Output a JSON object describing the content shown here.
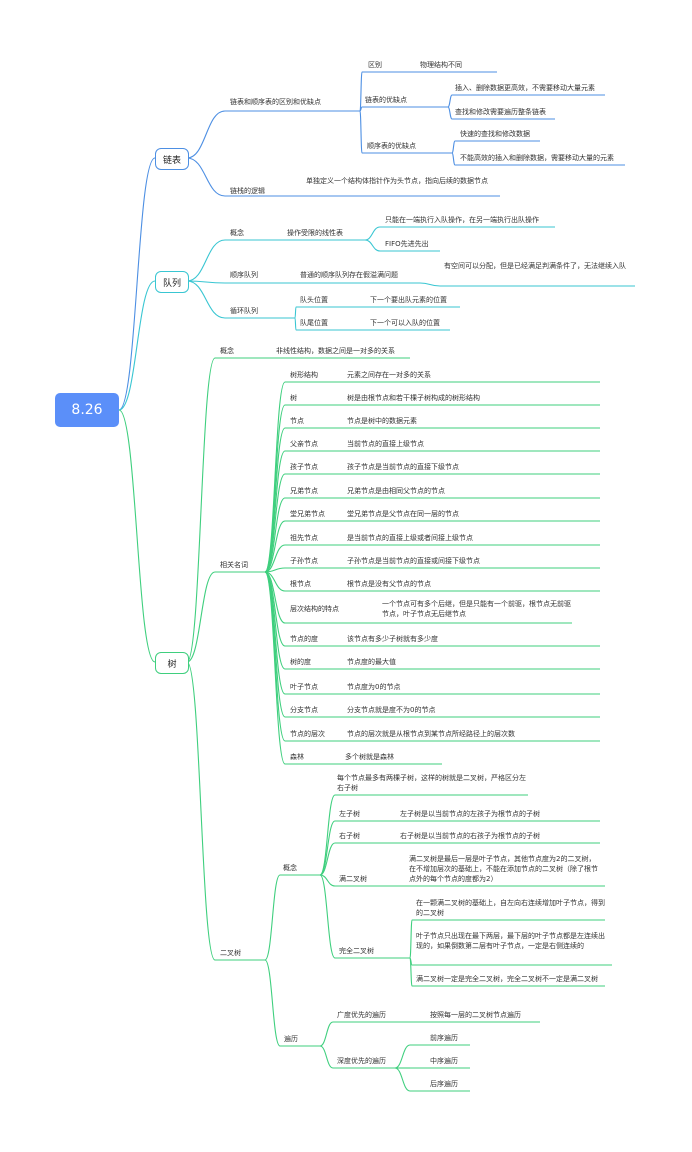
{
  "root": "8.26",
  "colors": {
    "root_fill": "#5b8ff9",
    "blue": "#4d8fe3",
    "cyan": "#39c6d2",
    "green": "#3fcf7e"
  },
  "linked": {
    "title": "链表",
    "diff": {
      "label": "链表和顺序表的区别和优缺点",
      "qubie": "区别",
      "qubie_val": "物理结构不同",
      "adv": "链表的优缺点",
      "adv_items": [
        "插入、删除数据更高效，不需要移动大量元素",
        "查找和修改需要遍历整条链表"
      ],
      "seq": "顺序表的优缺点",
      "seq_items": [
        "快速的查找和修改数据",
        "不能高效的插入和删除数据，需要移动大量的元素"
      ]
    },
    "logic": "链栈的逻辑",
    "logic_val": "单独定义一个结构体指针作为头节点，指向后续的数据节点"
  },
  "queue": {
    "title": "队列",
    "concept": "概念",
    "concept_val": "操作受限的线性表",
    "concept_items": [
      "只能在一端执行入队操作，在另一端执行出队操作",
      "FIFO先进先出"
    ],
    "seq": "顺序队列",
    "seq_val": "普通的顺序队列存在假溢满问题",
    "seq_note": "有空间可以分配，但是已经满足判满条件了，无法继续入队",
    "circ": "循环队列",
    "head": "队头位置",
    "head_val": "下一个要出队元素的位置",
    "tail": "队尾位置",
    "tail_val": "下一个可以入队的位置"
  },
  "tree": {
    "title": "树",
    "concept": "概念",
    "concept_val": "非线性结构，数据之间是一对多的关系",
    "terms": "相关名词",
    "term_list": [
      [
        "树形结构",
        "元素之间存在一对多的关系"
      ],
      [
        "树",
        "树是由根节点和若干棵子树构成的树形结构"
      ],
      [
        "节点",
        "节点是树中的数据元素"
      ],
      [
        "父亲节点",
        "当前节点的直接上级节点"
      ],
      [
        "孩子节点",
        "孩子节点是当前节点的直接下级节点"
      ],
      [
        "兄弟节点",
        "兄弟节点是由相同父节点的节点"
      ],
      [
        "堂兄弟节点",
        "堂兄弟节点是父节点在同一层的节点"
      ],
      [
        "祖先节点",
        "是当前节点的直接上级或者间接上级节点"
      ],
      [
        "子孙节点",
        "子孙节点是当前节点的直接或间接下级节点"
      ],
      [
        "根节点",
        "根节点是没有父节点的节点"
      ],
      [
        "层次结构的特点",
        "一个节点可有多个后继，但是只能有一个前驱，根节点无前驱节点，叶子节点无后继节点"
      ],
      [
        "节点的度",
        "该节点有多少子树就有多少度"
      ],
      [
        "树的度",
        "节点度的最大值"
      ],
      [
        "叶子节点",
        "节点度为0的节点"
      ],
      [
        "分支节点",
        "分支节点就是度不为0的节点"
      ],
      [
        "节点的层次",
        "节点的层次就是从根节点到某节点所经路径上的层次数"
      ],
      [
        "森林",
        "多个树就是森林"
      ]
    ],
    "binary": {
      "label": "二叉树",
      "concept": "概念",
      "intro": "每个节点最多有两棵子树，这样的树就是二叉树，严格区分左右子树",
      "left": "左子树",
      "left_val": "左子树是以当前节点的左孩子为根节点的子树",
      "right": "右子树",
      "right_val": "右子树是以当前节点的右孩子为根节点的子树",
      "full": "满二叉树",
      "full_val": "满二叉树是最后一层是叶子节点，其他节点度为2的二叉树，在不增加层次的基础上，不能在添加节点的二叉树（除了根节点外的每个节点的度都为2）",
      "complete": "完全二叉树",
      "complete_items": [
        "在一颗满二叉树的基础上，自左向右连续增加叶子节点，得到的二叉树",
        "叶子节点只出现在最下两层，最下层的叶子节点都是左连续出现的，如果倒数第二层有叶子节点，一定是右侧连续的",
        "满二叉树一定是完全二叉树，完全二叉树不一定是满二叉树"
      ],
      "traverse": "遍历",
      "bfs": "广度优先的遍历",
      "bfs_val": "按照每一层的二叉树节点遍历",
      "dfs": "深度优先的遍历",
      "dfs_items": [
        "前序遍历",
        "中序遍历",
        "后序遍历"
      ]
    }
  }
}
